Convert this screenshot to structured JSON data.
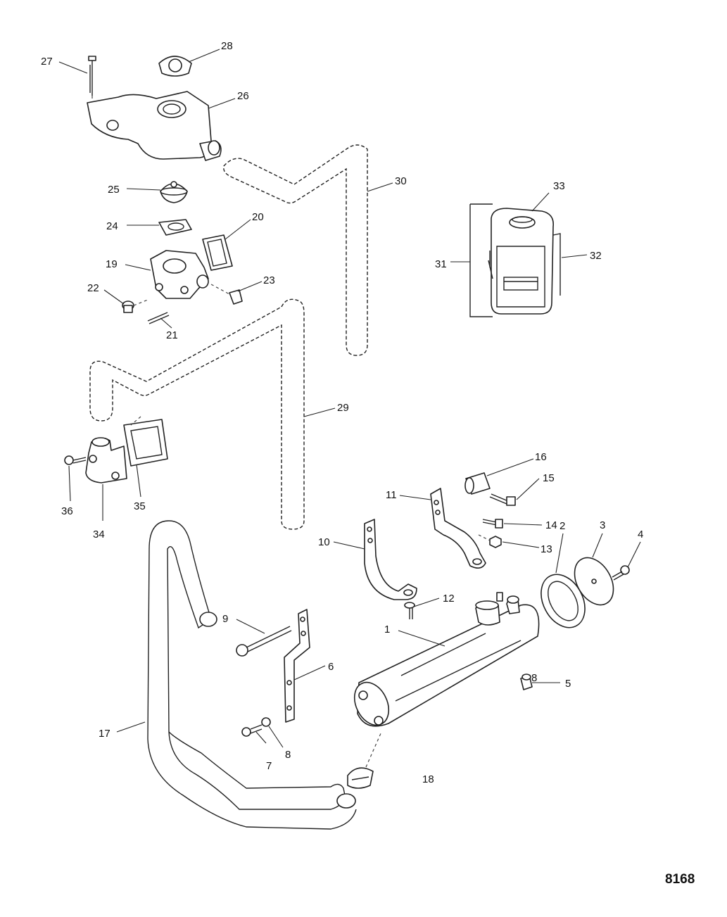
{
  "figure_number": "8168",
  "callouts": {
    "c1": "1",
    "c2": "2",
    "c3": "3",
    "c4": "4",
    "c5": "5",
    "c6": "6",
    "c7": "7",
    "c8a": "8",
    "c8b": "8",
    "c9": "9",
    "c10": "10",
    "c11": "11",
    "c12": "12",
    "c13": "13",
    "c14": "14",
    "c15": "15",
    "c16": "16",
    "c17": "17",
    "c18": "18",
    "c19": "19",
    "c20": "20",
    "c21": "21",
    "c22": "22",
    "c23": "23",
    "c24": "24",
    "c25": "25",
    "c26": "26",
    "c27": "27",
    "c28": "28",
    "c29": "29",
    "c30": "30",
    "c31": "31",
    "c32": "32",
    "c33": "33",
    "c34": "34",
    "c35": "35",
    "c36": "36"
  }
}
